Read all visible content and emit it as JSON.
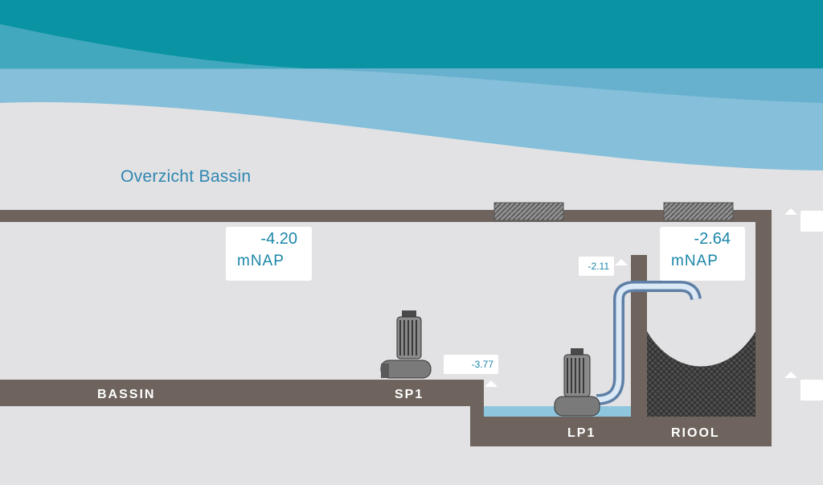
{
  "header": {
    "title": "Overzicht Bassin"
  },
  "levels": {
    "bassin_level": {
      "value": "-4.20",
      "unit": "mNAP"
    },
    "riool_level": {
      "value": "-2.64",
      "unit": "mNAP"
    }
  },
  "markers": {
    "sp1_threshold": "-3.77",
    "lp1_threshold": "-2.11"
  },
  "labels": {
    "bassin": "BASSIN",
    "sp1": "SP1",
    "lp1": "LP1",
    "riool": "RIOOL"
  },
  "colors": {
    "background": "#e2e2e4",
    "header_teal": "#0a93a3",
    "header_light_blue": "#85bfd9",
    "structure_brown": "#6e645d",
    "water": "#8ec6de",
    "text_accent": "#1a86a8"
  }
}
